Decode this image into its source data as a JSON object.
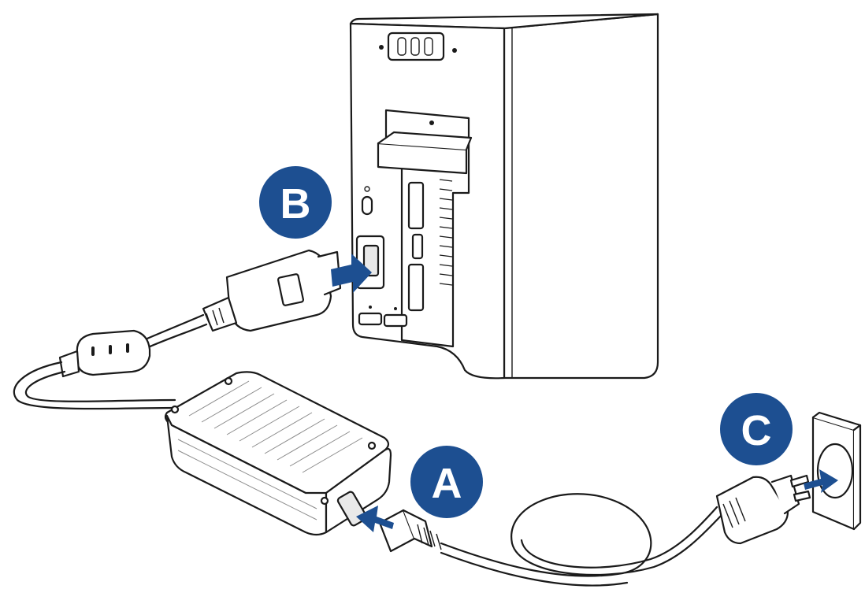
{
  "badges": {
    "a": "A",
    "b": "B",
    "c": "C"
  },
  "colors": {
    "badge": "#1d4f91",
    "arrow": "#1d4f91",
    "outline": "#1a1a1a"
  }
}
